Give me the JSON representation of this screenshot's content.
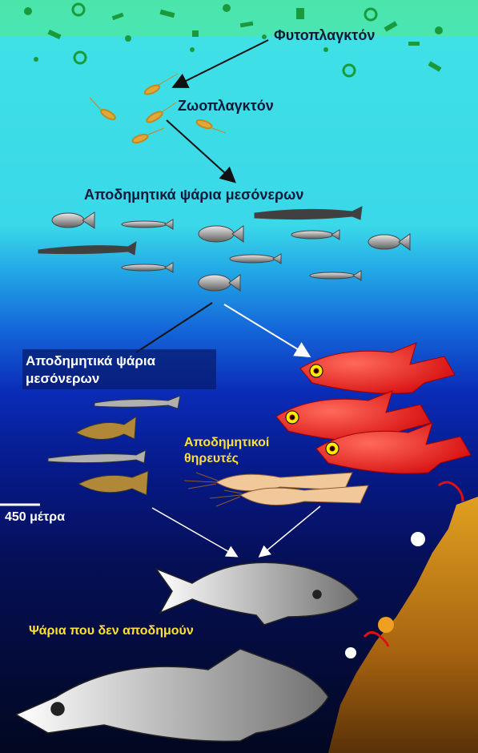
{
  "labels": {
    "phytoplankton": "Φυτοπλαγκτόν",
    "zooplankton": "Ζωοπλαγκτόν",
    "migratory_mesopelagic_top": "Αποδημητικά ψάρια μεσόνερων",
    "migratory_mesopelagic_mid": "Αποδημητικά ψάρια μεσόνερων",
    "migratory_predators": "Αποδημητικοί θηρευτές",
    "depth_marker": "450 μέτρα",
    "non_migratory_fish": "Ψάρια που δεν αποδημούν"
  },
  "colors": {
    "surface_green": "#4fe6a8",
    "shallow_cyan": "#3fe0e6",
    "mid_blue": "#1570d8",
    "deep_navy": "#050a4a",
    "abyss": "#020820",
    "red_fish": "#e81818",
    "seafloor": "#d48a1a",
    "label_yellow": "#ffe033"
  }
}
